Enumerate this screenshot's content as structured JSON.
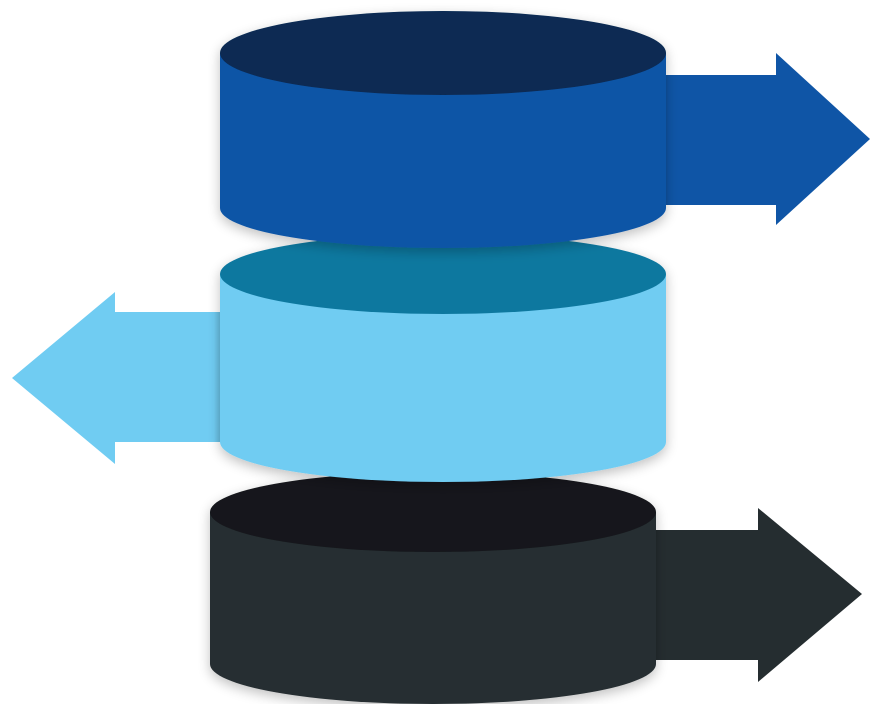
{
  "diagram": {
    "title": "",
    "layers": [
      {
        "id": "layer-1",
        "label": "",
        "arrow_direction": "right",
        "colors": {
          "side": "#0f55a6",
          "top": "#072a52",
          "arrow": "#0f55a6",
          "arrow_shadow": "#0a3f7e"
        }
      },
      {
        "id": "layer-2",
        "label": "",
        "arrow_direction": "left",
        "colors": {
          "side": "#70ccf2",
          "top": "#10789f",
          "arrow": "#70ccf2",
          "arrow_shadow": "#56aed5"
        }
      },
      {
        "id": "layer-3",
        "label": "",
        "arrow_direction": "right",
        "colors": {
          "side": "#252d30",
          "top": "#13171a",
          "arrow": "#252d30",
          "arrow_shadow": "#1a2023"
        }
      }
    ]
  }
}
